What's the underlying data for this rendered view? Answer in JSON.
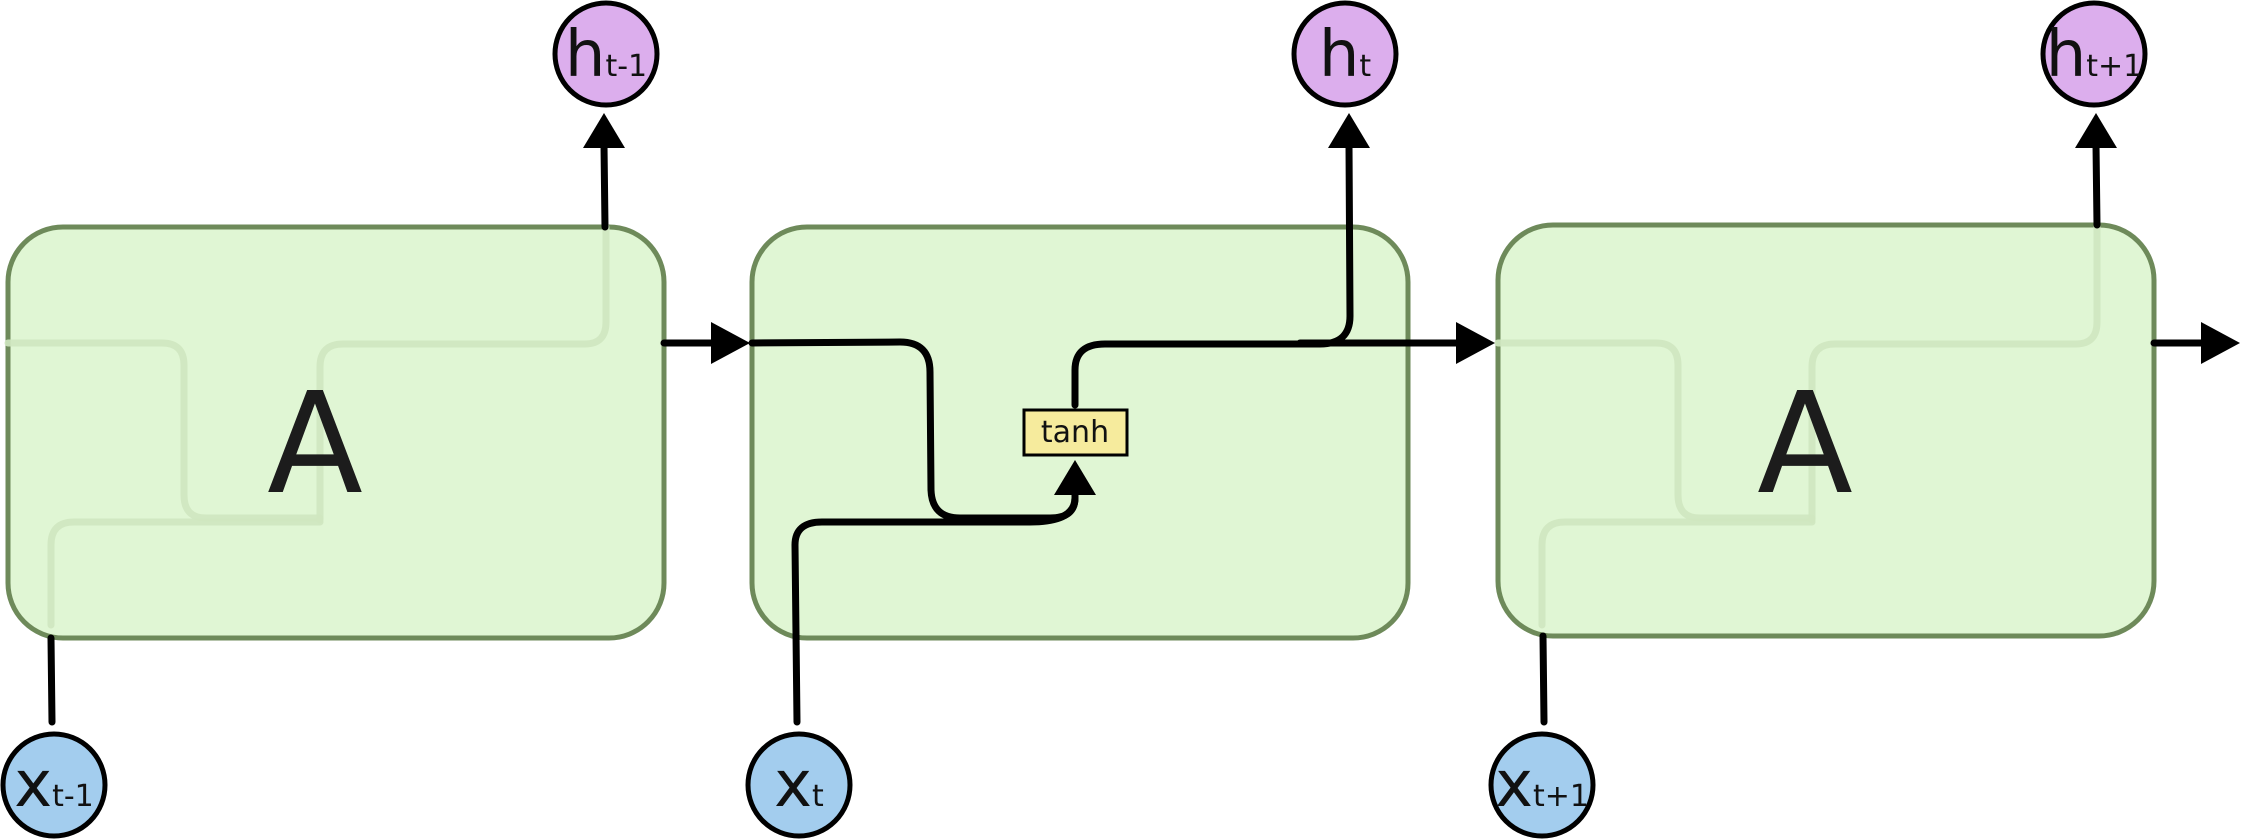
{
  "cells": {
    "left_label": "A",
    "right_label": "A",
    "middle_op": "tanh"
  },
  "outputs": {
    "prev": {
      "base": "h",
      "sub": "t-1"
    },
    "curr": {
      "base": "h",
      "sub": "t"
    },
    "next": {
      "base": "h",
      "sub": "t+1"
    }
  },
  "inputs": {
    "prev": {
      "base": "x",
      "sub": "t-1"
    },
    "curr": {
      "base": "x",
      "sub": "t"
    },
    "next": {
      "base": "x",
      "sub": "t+1"
    }
  },
  "colors": {
    "cell_fill": "#ddf5cf",
    "cell_stroke": "#6e8a5a",
    "output_fill": "#dcaeed",
    "input_fill": "#a3cdee",
    "tanh_fill": "#f6eb9d"
  }
}
